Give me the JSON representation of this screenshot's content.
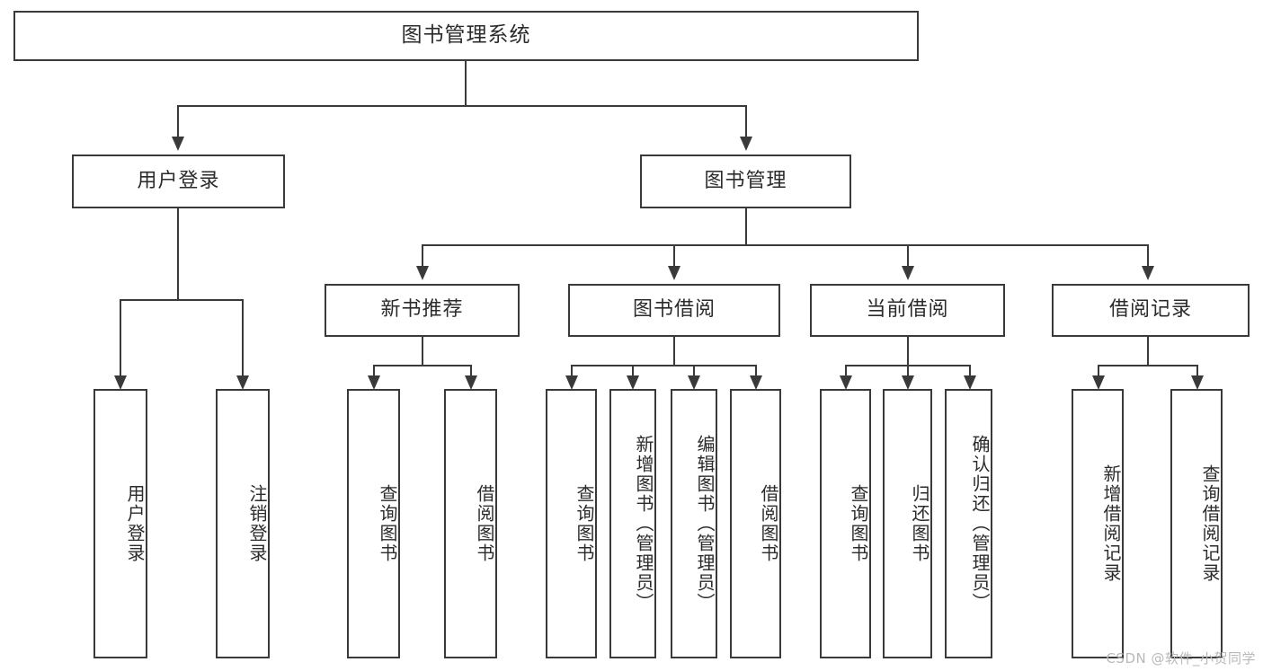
{
  "diagram": {
    "title": "图书管理系统",
    "root": {
      "label": "图书管理系统"
    },
    "level2": [
      {
        "label": "用户登录"
      },
      {
        "label": "图书管理"
      }
    ],
    "level3": [
      {
        "label": "新书推荐"
      },
      {
        "label": "图书借阅"
      },
      {
        "label": "当前借阅"
      },
      {
        "label": "借阅记录"
      }
    ],
    "leaves": {
      "user_login": [
        {
          "label": "用户登录"
        },
        {
          "label": "注销登录"
        }
      ],
      "new_book": [
        {
          "label": "查询图书"
        },
        {
          "label": "借阅图书"
        }
      ],
      "borrow_book": [
        {
          "label": "查询图书"
        },
        {
          "label": "新增图书（管理员）"
        },
        {
          "label": "编辑图书（管理员）"
        },
        {
          "label": "借阅图书"
        }
      ],
      "current_borrow": [
        {
          "label": "查询图书"
        },
        {
          "label": "归还图书"
        },
        {
          "label": "确认归还（管理员）"
        }
      ],
      "borrow_record": [
        {
          "label": "新增借阅记录"
        },
        {
          "label": "查询借阅记录"
        }
      ]
    }
  },
  "watermark": {
    "text": "CSDN @软件_小贺同学"
  },
  "colors": {
    "border": "#3a3a3a",
    "text": "#2b2b2b",
    "background": "#ffffff",
    "watermark": "#b9b9b9"
  }
}
